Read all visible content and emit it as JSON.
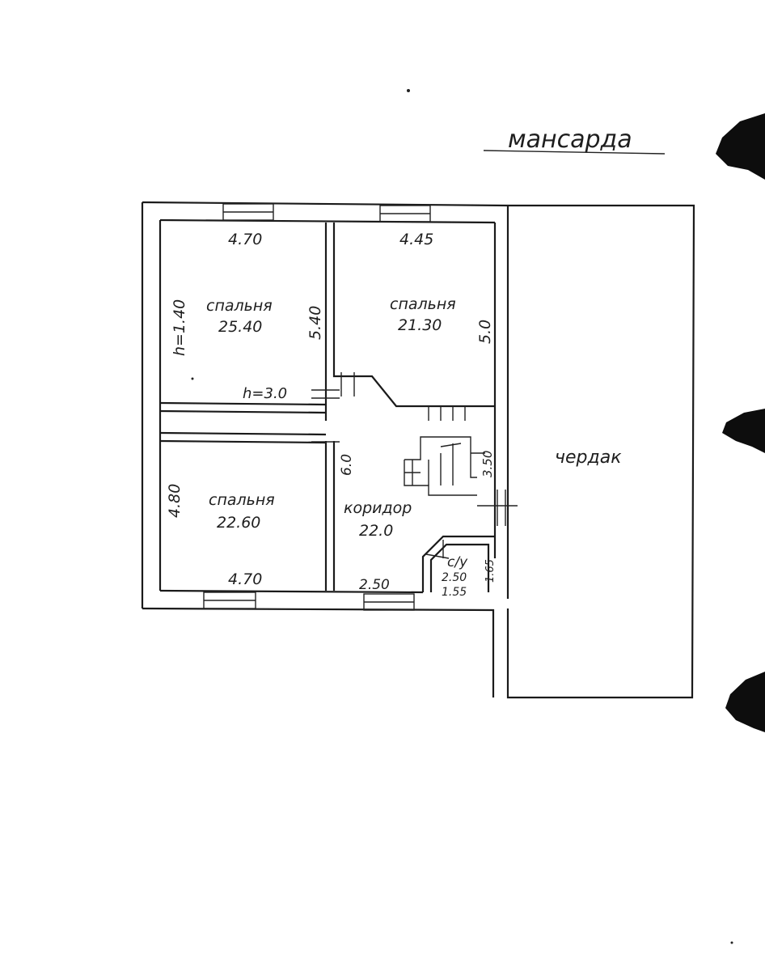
{
  "title": "мансарда",
  "rooms": {
    "bedroom_1": {
      "name": "спальня",
      "area": "25.40",
      "width": "4.70",
      "depth": "5.40",
      "height_side": "h=1.40",
      "height_inner": "h=3.0"
    },
    "bedroom_2": {
      "name": "спальня",
      "area": "21.30",
      "width": "4.45",
      "depth": "5.0"
    },
    "bedroom_3": {
      "name": "спальня",
      "area": "22.60",
      "width": "4.70",
      "depth": "4.80"
    },
    "corridor": {
      "name": "коридор",
      "area": "22.0",
      "depth": "6.0",
      "width": "2.50",
      "stair_depth": "3.50"
    },
    "wc": {
      "name": "с/у",
      "area": "2.50",
      "width": "1.55",
      "depth": "1.65"
    },
    "attic": {
      "name": "чердак"
    }
  }
}
